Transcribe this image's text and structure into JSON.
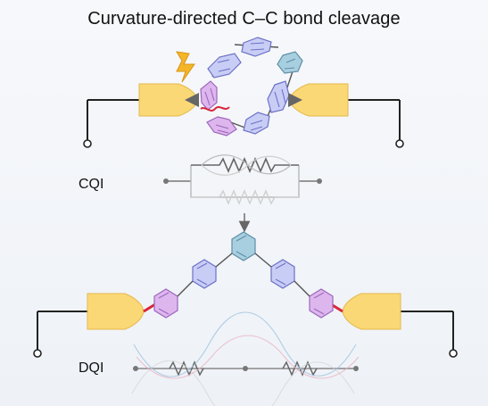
{
  "figure": {
    "title": "Curvature-directed C–C bond cleavage",
    "labels": {
      "cqi": "CQI",
      "dqi": "DQI"
    }
  },
  "colors": {
    "electrode": "#fbd876",
    "electrode_stroke": "#e5b94a",
    "ring_blue": "#c8cdf6",
    "ring_blue_stroke": "#6d71c6",
    "ring_purple": "#deb6ee",
    "ring_purple_stroke": "#9d68bb",
    "ring_central": "#a8cfe0",
    "ring_central_stroke": "#5e8ea6",
    "lightning": "#f4b52a",
    "bond_cleavage": "#d9263a",
    "anchor_bond": "#d9263a",
    "wire": "#222222",
    "resistor": "#666666",
    "resistor_faint": "#c8c8c8",
    "wave_gray": "#b8b8b8",
    "wave_blue": "#9fc2dd",
    "wave_pink": "#e8b3c3"
  },
  "icons": {
    "lightning": "lightning-bolt-icon",
    "arrow": "arrow-down-icon"
  }
}
